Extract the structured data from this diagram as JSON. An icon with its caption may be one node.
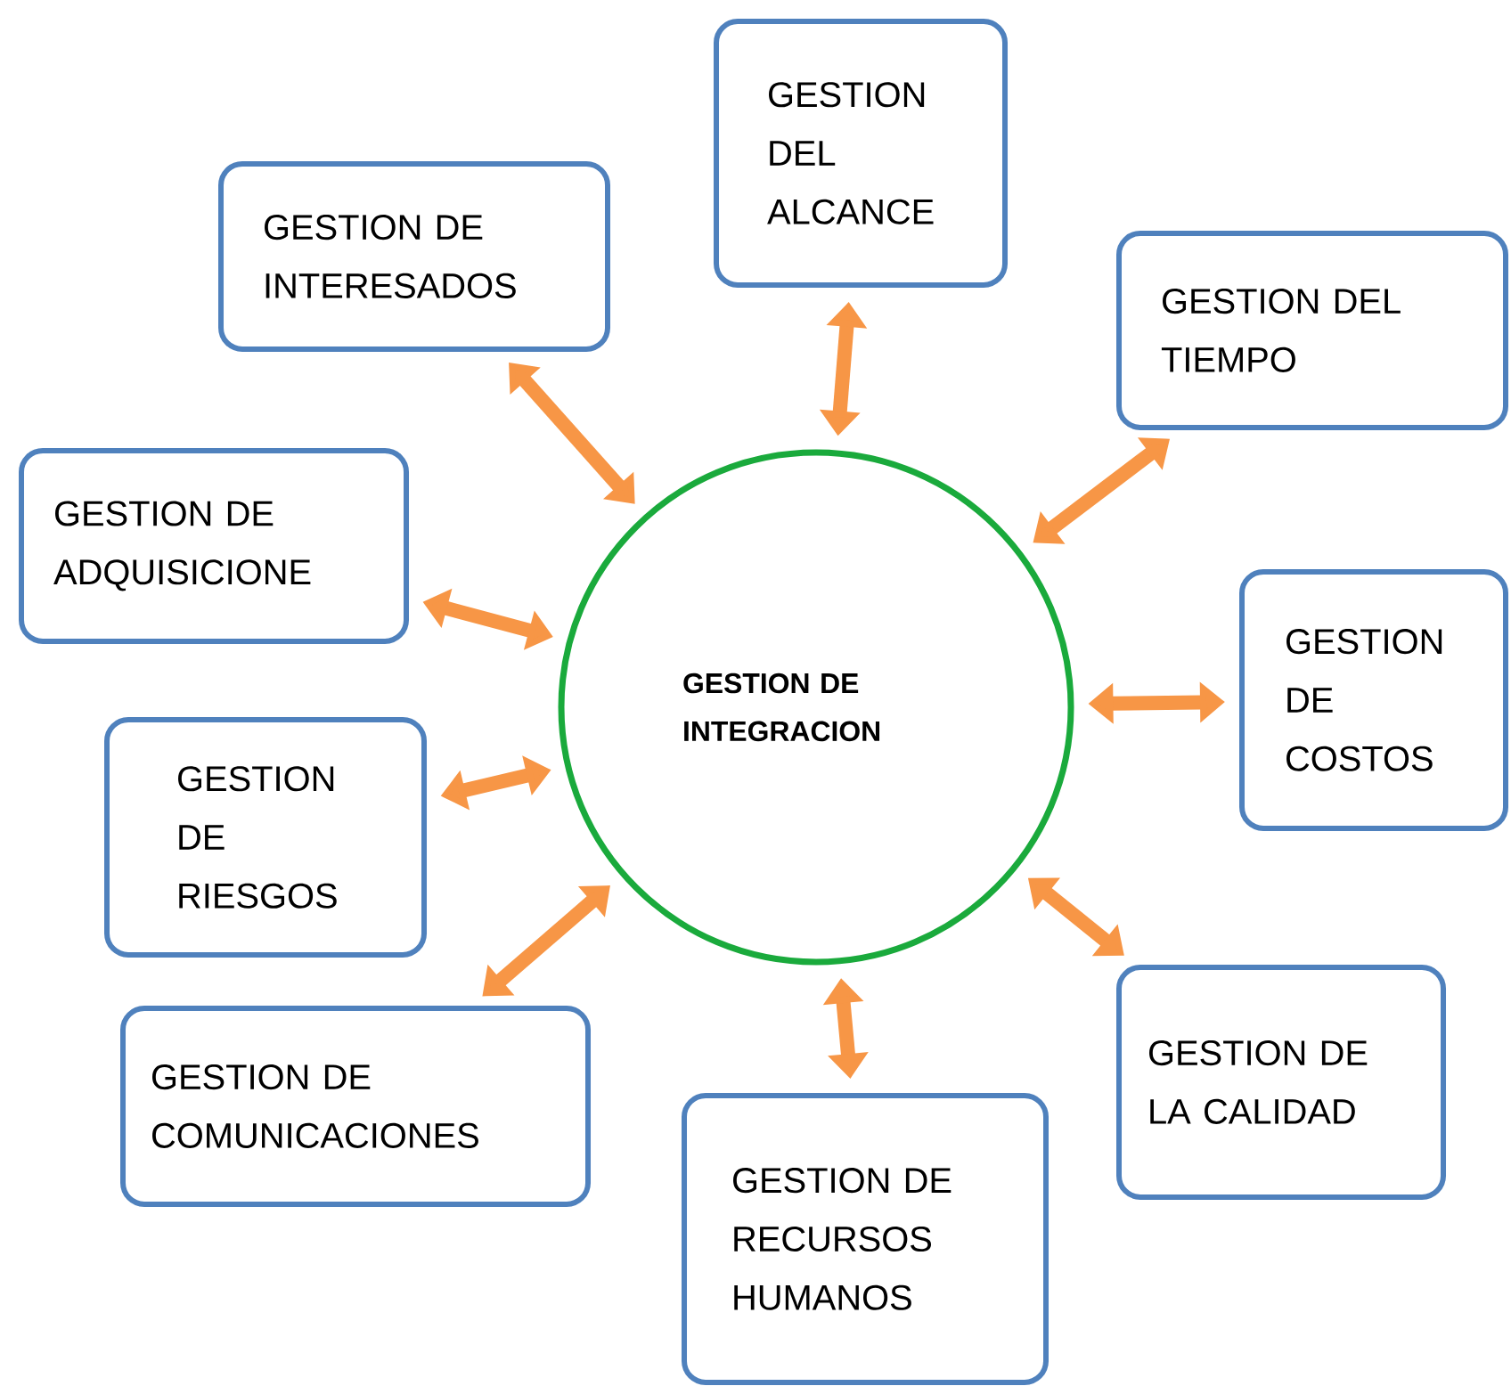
{
  "diagram": {
    "nodes": [
      {
        "text": [
          "GESTION DE INTEGRACION"
        ]
      },
      {
        "text": [
          "GESTION DEL ALCANCE"
        ]
      },
      {
        "text": [
          "GESTION DE INTERESADOS"
        ]
      },
      {
        "text": [
          "GESTION DEL TIEMPO"
        ]
      },
      {
        "text": [
          "GESTION DE ADQUISICIONE"
        ]
      },
      {
        "text": [
          "GESTION DE COSTOS"
        ]
      },
      {
        "text": [
          "GESTION DE RIESGOS"
        ]
      },
      {
        "text": [
          "GESTION DE LA CALIDAD"
        ]
      },
      {
        "text": [
          "GESTION DE COMUNICACIONES"
        ]
      },
      {
        "text": [
          "GESTION DE RECURSOS HUMANOS"
        ]
      }
    ],
    "edges": [
      {
        "from": 0,
        "to": 1,
        "arrow": "both"
      },
      {
        "from": 0,
        "to": 2,
        "arrow": "both"
      },
      {
        "from": 0,
        "to": 3,
        "arrow": "both"
      },
      {
        "from": 0,
        "to": 4,
        "arrow": "both"
      },
      {
        "from": 0,
        "to": 5,
        "arrow": "both"
      },
      {
        "from": 0,
        "to": 6,
        "arrow": "both"
      },
      {
        "from": 0,
        "to": 7,
        "arrow": "both"
      },
      {
        "from": 0,
        "to": 8,
        "arrow": "both"
      },
      {
        "from": 0,
        "to": 9,
        "arrow": "both"
      }
    ]
  }
}
